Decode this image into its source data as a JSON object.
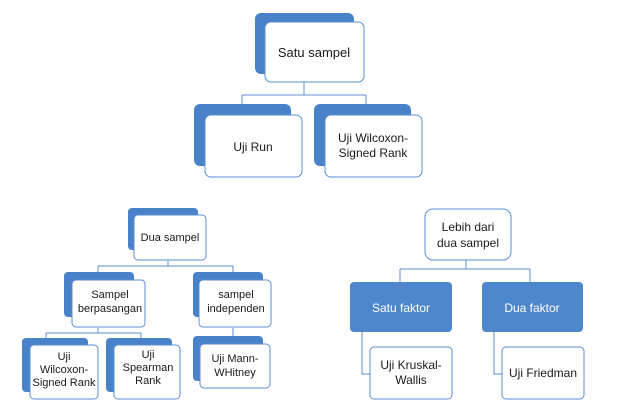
{
  "tree1": {
    "root": "Satu sampel",
    "children": [
      {
        "lines": [
          "Uji Run"
        ]
      },
      {
        "lines": [
          "Uji Wilcoxon-",
          "Signed Rank"
        ]
      }
    ]
  },
  "tree2": {
    "root": "Dua sampel",
    "branches": [
      {
        "lines": [
          "Sampel",
          "berpasangan"
        ],
        "children": [
          {
            "lines": [
              "Uji",
              "Wilcoxon-",
              "Signed Rank"
            ]
          },
          {
            "lines": [
              "Uji",
              "Spearman",
              "Rank"
            ]
          }
        ]
      },
      {
        "lines": [
          "sampel",
          "independen"
        ],
        "children": [
          {
            "lines": [
              "Uji Mann-",
              "WHitney"
            ]
          }
        ]
      }
    ]
  },
  "tree3": {
    "root": [
      "Lebih dari",
      "dua sampel"
    ],
    "branches": [
      {
        "label": "Satu faktor",
        "child": [
          "Uji Kruskal-",
          "Wallis"
        ]
      },
      {
        "label": "Dua faktor",
        "child": [
          "Uji Friedman"
        ]
      }
    ]
  },
  "colors": {
    "accent": "#4f87cc",
    "border": "#5b8fd0",
    "text": "#1a1a1a"
  }
}
